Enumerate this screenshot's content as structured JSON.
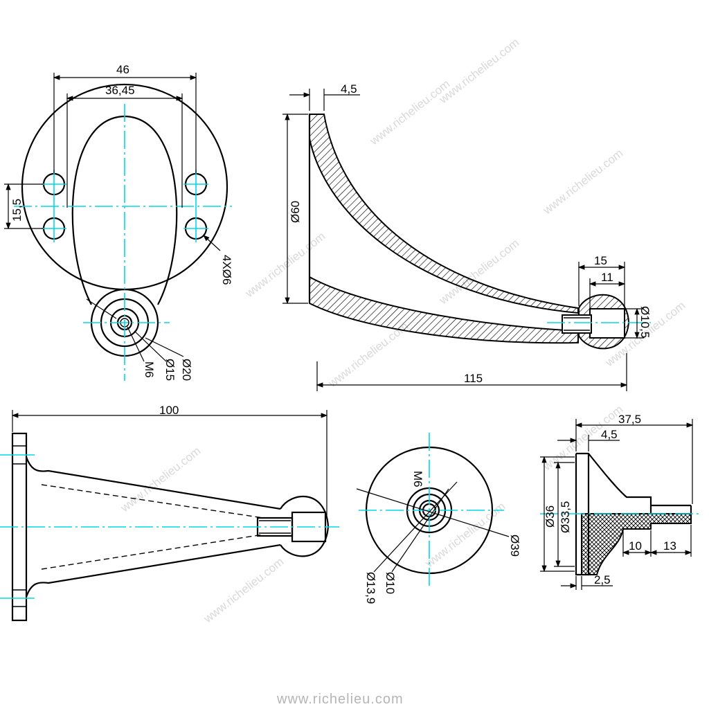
{
  "diagram": {
    "watermark": "www.richelieu.com",
    "footer_url": "www.richelieu.com",
    "colors": {
      "line": "#000000",
      "centerline": "#00d8e8",
      "background": "#ffffff"
    },
    "top_left_view": {
      "dim_width_outer": "46",
      "dim_width_inner": "36,45",
      "dim_hole_spacing": "15,5",
      "dim_holes": "4XØ6",
      "dim_thread": "M6",
      "dim_d15": "Ø15",
      "dim_d20": "Ø20"
    },
    "top_right_view": {
      "dim_wall": "4,5",
      "dim_d60": "Ø60",
      "dim_15": "15",
      "dim_11": "11",
      "dim_d105": "Ø10,5",
      "dim_115": "115"
    },
    "bottom_left_view": {
      "dim_100": "100"
    },
    "bottom_mid_view": {
      "dim_thread": "M6",
      "dim_d39": "Ø39",
      "dim_d139": "Ø13,9",
      "dim_d10": "Ø10"
    },
    "bottom_right_view": {
      "dim_375": "37,5",
      "dim_45": "4,5",
      "dim_d335": "Ø33,5",
      "dim_d36": "Ø36",
      "dim_10": "10",
      "dim_13": "13",
      "dim_25": "2,5"
    }
  }
}
